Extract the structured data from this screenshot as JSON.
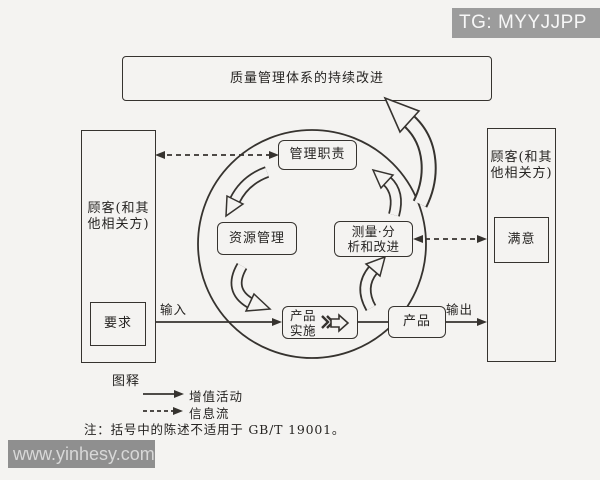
{
  "watermarks": {
    "top_right": "TG: MYYJJPP",
    "bottom_left": "www.yinhesy.com"
  },
  "banner": {
    "label": "质量管理体系的持续改进"
  },
  "left_party": {
    "line1": "顾客(和其",
    "line2": "他相关方)",
    "requirements_label": "要求"
  },
  "right_party": {
    "line1": "顾客(和其",
    "line2": "他相关方)",
    "satisfaction_label": "满意"
  },
  "process": {
    "management_label": "管理职责",
    "resources_label": "资源管理",
    "measurement_line1": "测量·分",
    "measurement_line2": "析和改进",
    "realization_line1": "产品",
    "realization_line2": "实施",
    "product_label": "产品"
  },
  "flow_labels": {
    "input": "输入",
    "output": "输出"
  },
  "legend": {
    "title": "图释",
    "items": [
      {
        "style": "solid-arrow",
        "label": "增值活动"
      },
      {
        "style": "dashed-arrow",
        "label": "信息流"
      }
    ]
  },
  "note": "注：括号中的陈述不适用于 GB/T 19001。",
  "colors": {
    "paper": "#f4f3f1",
    "ink": "#36332f",
    "watermark_bg": "#9c9c9c",
    "watermark_text": "#f7f7f7"
  }
}
